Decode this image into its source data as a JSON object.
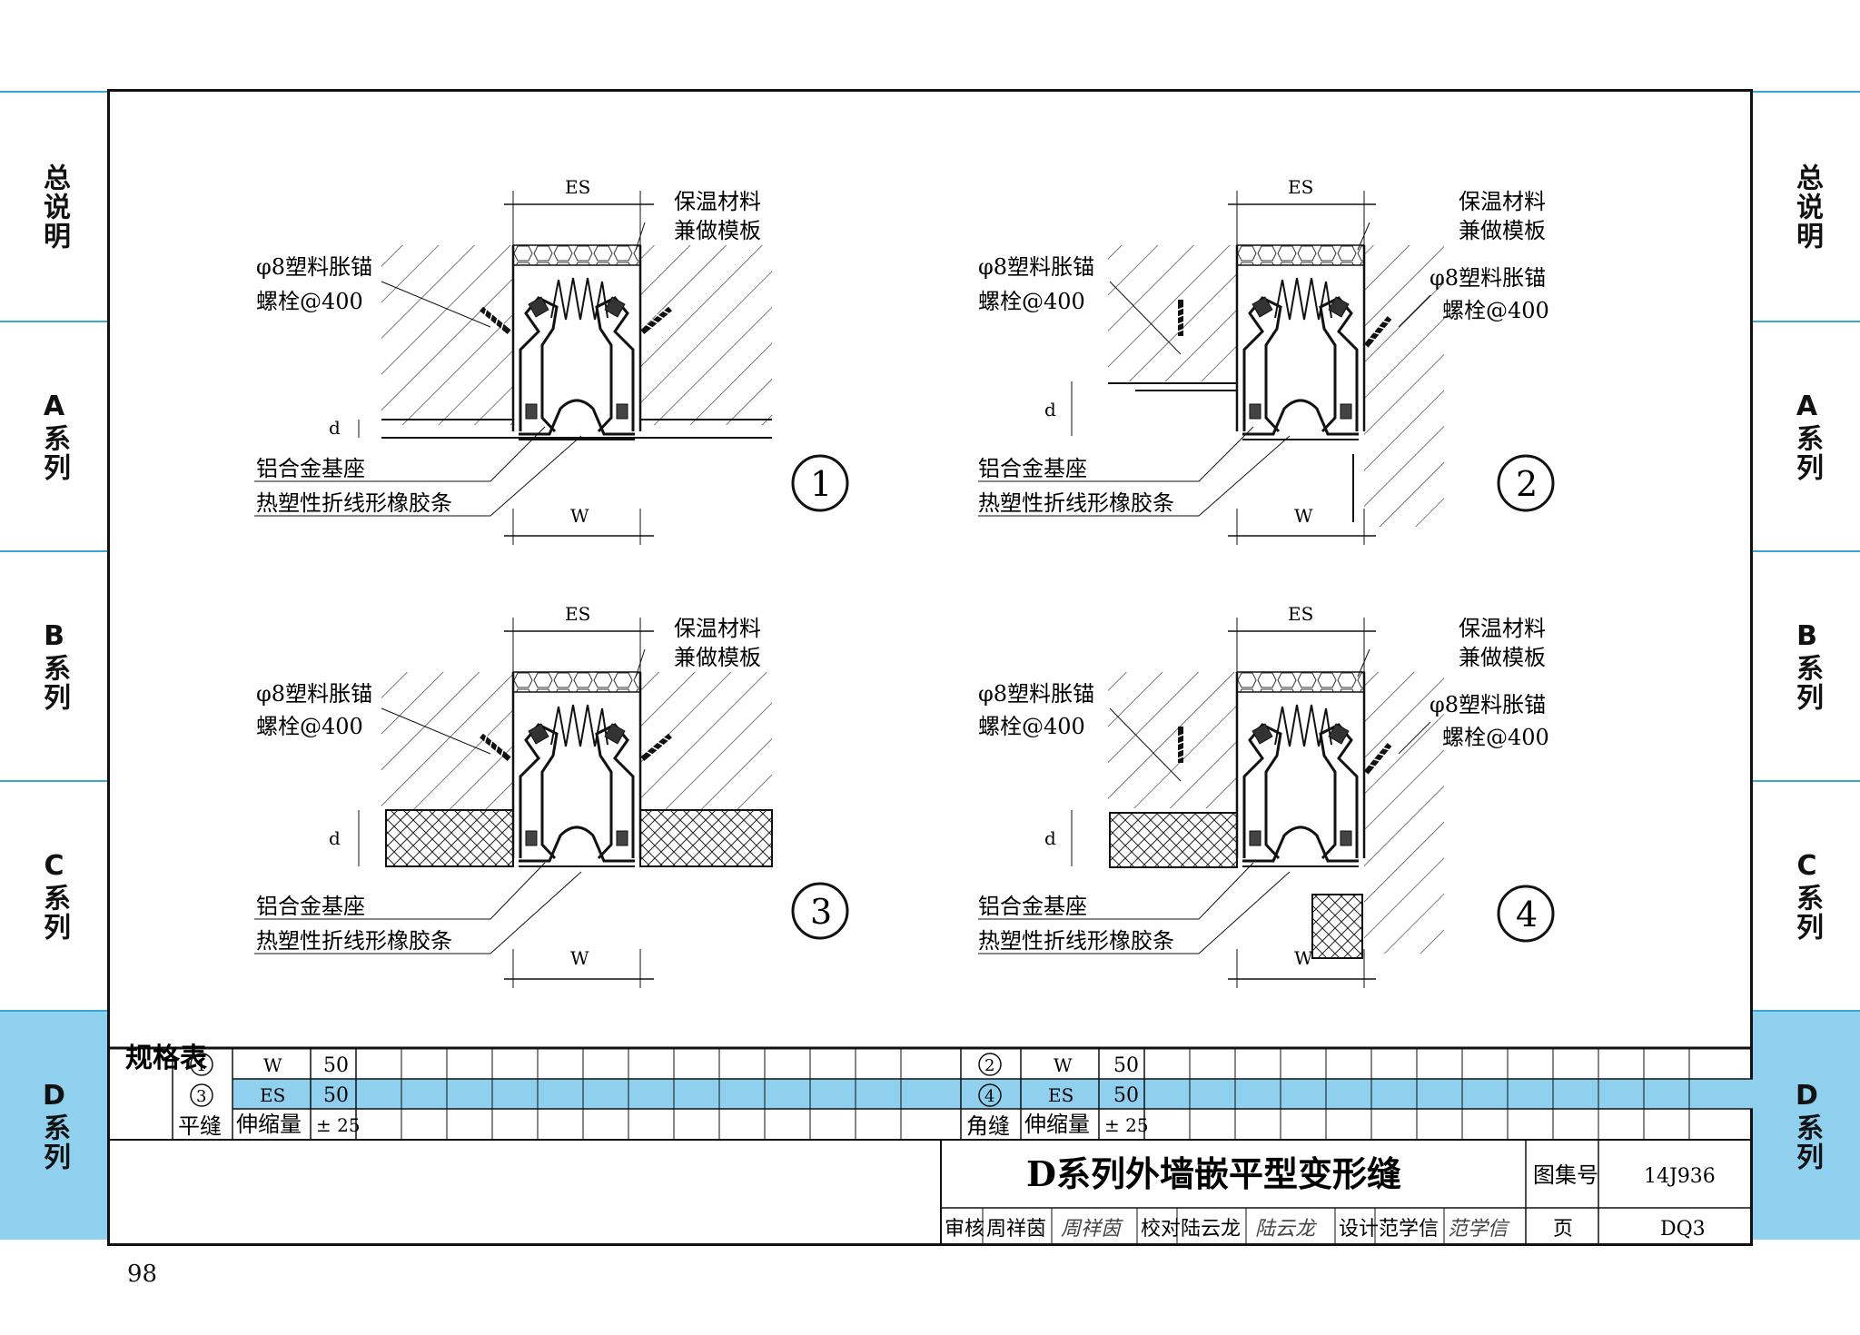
{
  "side_tabs": [
    "总说明",
    "A系列",
    "B系列",
    "C系列",
    "D系列"
  ],
  "active_tab": "D系列",
  "accent_color": "#8fd0ef",
  "page_number": "98",
  "details": [
    {
      "number": "1",
      "es": "ES",
      "w": "W",
      "d": "d",
      "insulation": "保温材料",
      "formwork": "兼做模板",
      "anchor1": "φ8塑料胀锚",
      "anchor2": "螺栓@400",
      "base": "铝合金基座",
      "strip": "热塑性折线形橡胶条"
    },
    {
      "number": "2",
      "es": "ES",
      "w": "W",
      "d": "d",
      "insulation": "保温材料",
      "formwork": "兼做模板",
      "anchor1": "φ8塑料胀锚",
      "anchor2": "螺栓@400",
      "anchor1b": "φ8塑料胀锚",
      "anchor2b": "螺栓@400",
      "base": "铝合金基座",
      "strip": "热塑性折线形橡胶条"
    },
    {
      "number": "3",
      "es": "ES",
      "w": "W",
      "d": "d",
      "insulation": "保温材料",
      "formwork": "兼做模板",
      "anchor1": "φ8塑料胀锚",
      "anchor2": "螺栓@400",
      "base": "铝合金基座",
      "strip": "热塑性折线形橡胶条"
    },
    {
      "number": "4",
      "es": "ES",
      "w": "W",
      "d": "d",
      "insulation": "保温材料",
      "formwork": "兼做模板",
      "anchor1": "φ8塑料胀锚",
      "anchor2": "螺栓@400",
      "anchor1b": "φ8塑料胀锚",
      "anchor2b": "螺栓@400",
      "base": "铝合金基座",
      "strip": "热塑性折线形橡胶条"
    }
  ],
  "spec_table": {
    "title": "规格表",
    "left": {
      "n1": "1",
      "n2": "3",
      "type": "平缝",
      "w_label": "W",
      "w_value": "50",
      "es_label": "ES",
      "es_value": "50",
      "exp_label": "伸缩量",
      "exp_value": "± 25"
    },
    "right": {
      "n1": "2",
      "n2": "4",
      "type": "角缝",
      "w_label": "W",
      "w_value": "50",
      "es_label": "ES",
      "es_value": "50",
      "exp_label": "伸缩量",
      "exp_value": "± 25"
    }
  },
  "title_block": {
    "title": "D系列外墙嵌平型变形缝",
    "atlas_label": "图集号",
    "atlas_value": "14J936",
    "review": "审核",
    "reviewer": "周祥茵",
    "reviewer_sig": "周祥茵",
    "check": "校对",
    "checker": "陆云龙",
    "checker_sig": "陆云龙",
    "design": "设计",
    "designer": "范学信",
    "designer_sig": "范学信",
    "page_label": "页",
    "page_value": "DQ3"
  }
}
